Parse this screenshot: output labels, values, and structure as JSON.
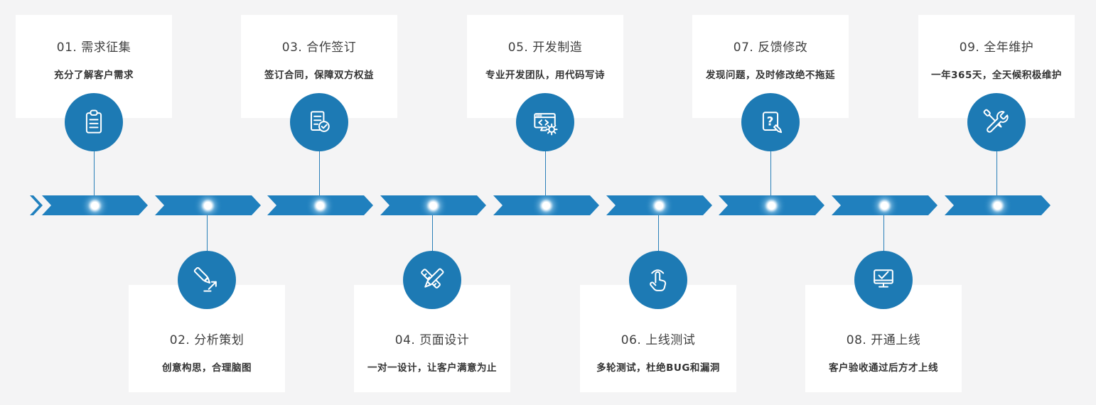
{
  "page": {
    "background_color": "#f4f4f5",
    "card_color": "#ffffff",
    "arrow_color": "#2080be",
    "icon_circle_color": "#1d7ab4",
    "title_text_color": "#3e3e3e",
    "subtitle_text_color": "#333333"
  },
  "timeline": {
    "segment_count": 9,
    "dot_count": 9,
    "direction": "left-to-right"
  },
  "steps": [
    {
      "title": "01. 需求征集",
      "subtitle": "充分了解客户需求",
      "icon": "clipboard-icon",
      "position": "top"
    },
    {
      "title": "02. 分析策划",
      "subtitle": "创意构思，合理脑图",
      "icon": "pencil-chart-icon",
      "position": "bottom"
    },
    {
      "title": "03. 合作签订",
      "subtitle": "签订合同，保障双方权益",
      "icon": "contract-check-icon",
      "position": "top"
    },
    {
      "title": "04. 页面设计",
      "subtitle": "一对一设计，让客户满意为止",
      "icon": "ruler-pencil-icon",
      "position": "bottom"
    },
    {
      "title": "05. 开发制造",
      "subtitle": "专业开发团队，用代码写诗",
      "icon": "code-window-gear-icon",
      "position": "top"
    },
    {
      "title": "06. 上线测试",
      "subtitle": "多轮测试，杜绝BUG和漏洞",
      "icon": "tap-finger-icon",
      "position": "bottom"
    },
    {
      "title": "07. 反馈修改",
      "subtitle": "发现问题，及时修改绝不拖延",
      "icon": "question-note-pencil-icon",
      "position": "top"
    },
    {
      "title": "08. 开通上线",
      "subtitle": "客户验收通过后方才上线",
      "icon": "monitor-check-icon",
      "position": "bottom"
    },
    {
      "title": "09. 全年维护",
      "subtitle": "一年365天，全天候积极维护",
      "icon": "wrench-screwdriver-icon",
      "position": "top"
    }
  ]
}
